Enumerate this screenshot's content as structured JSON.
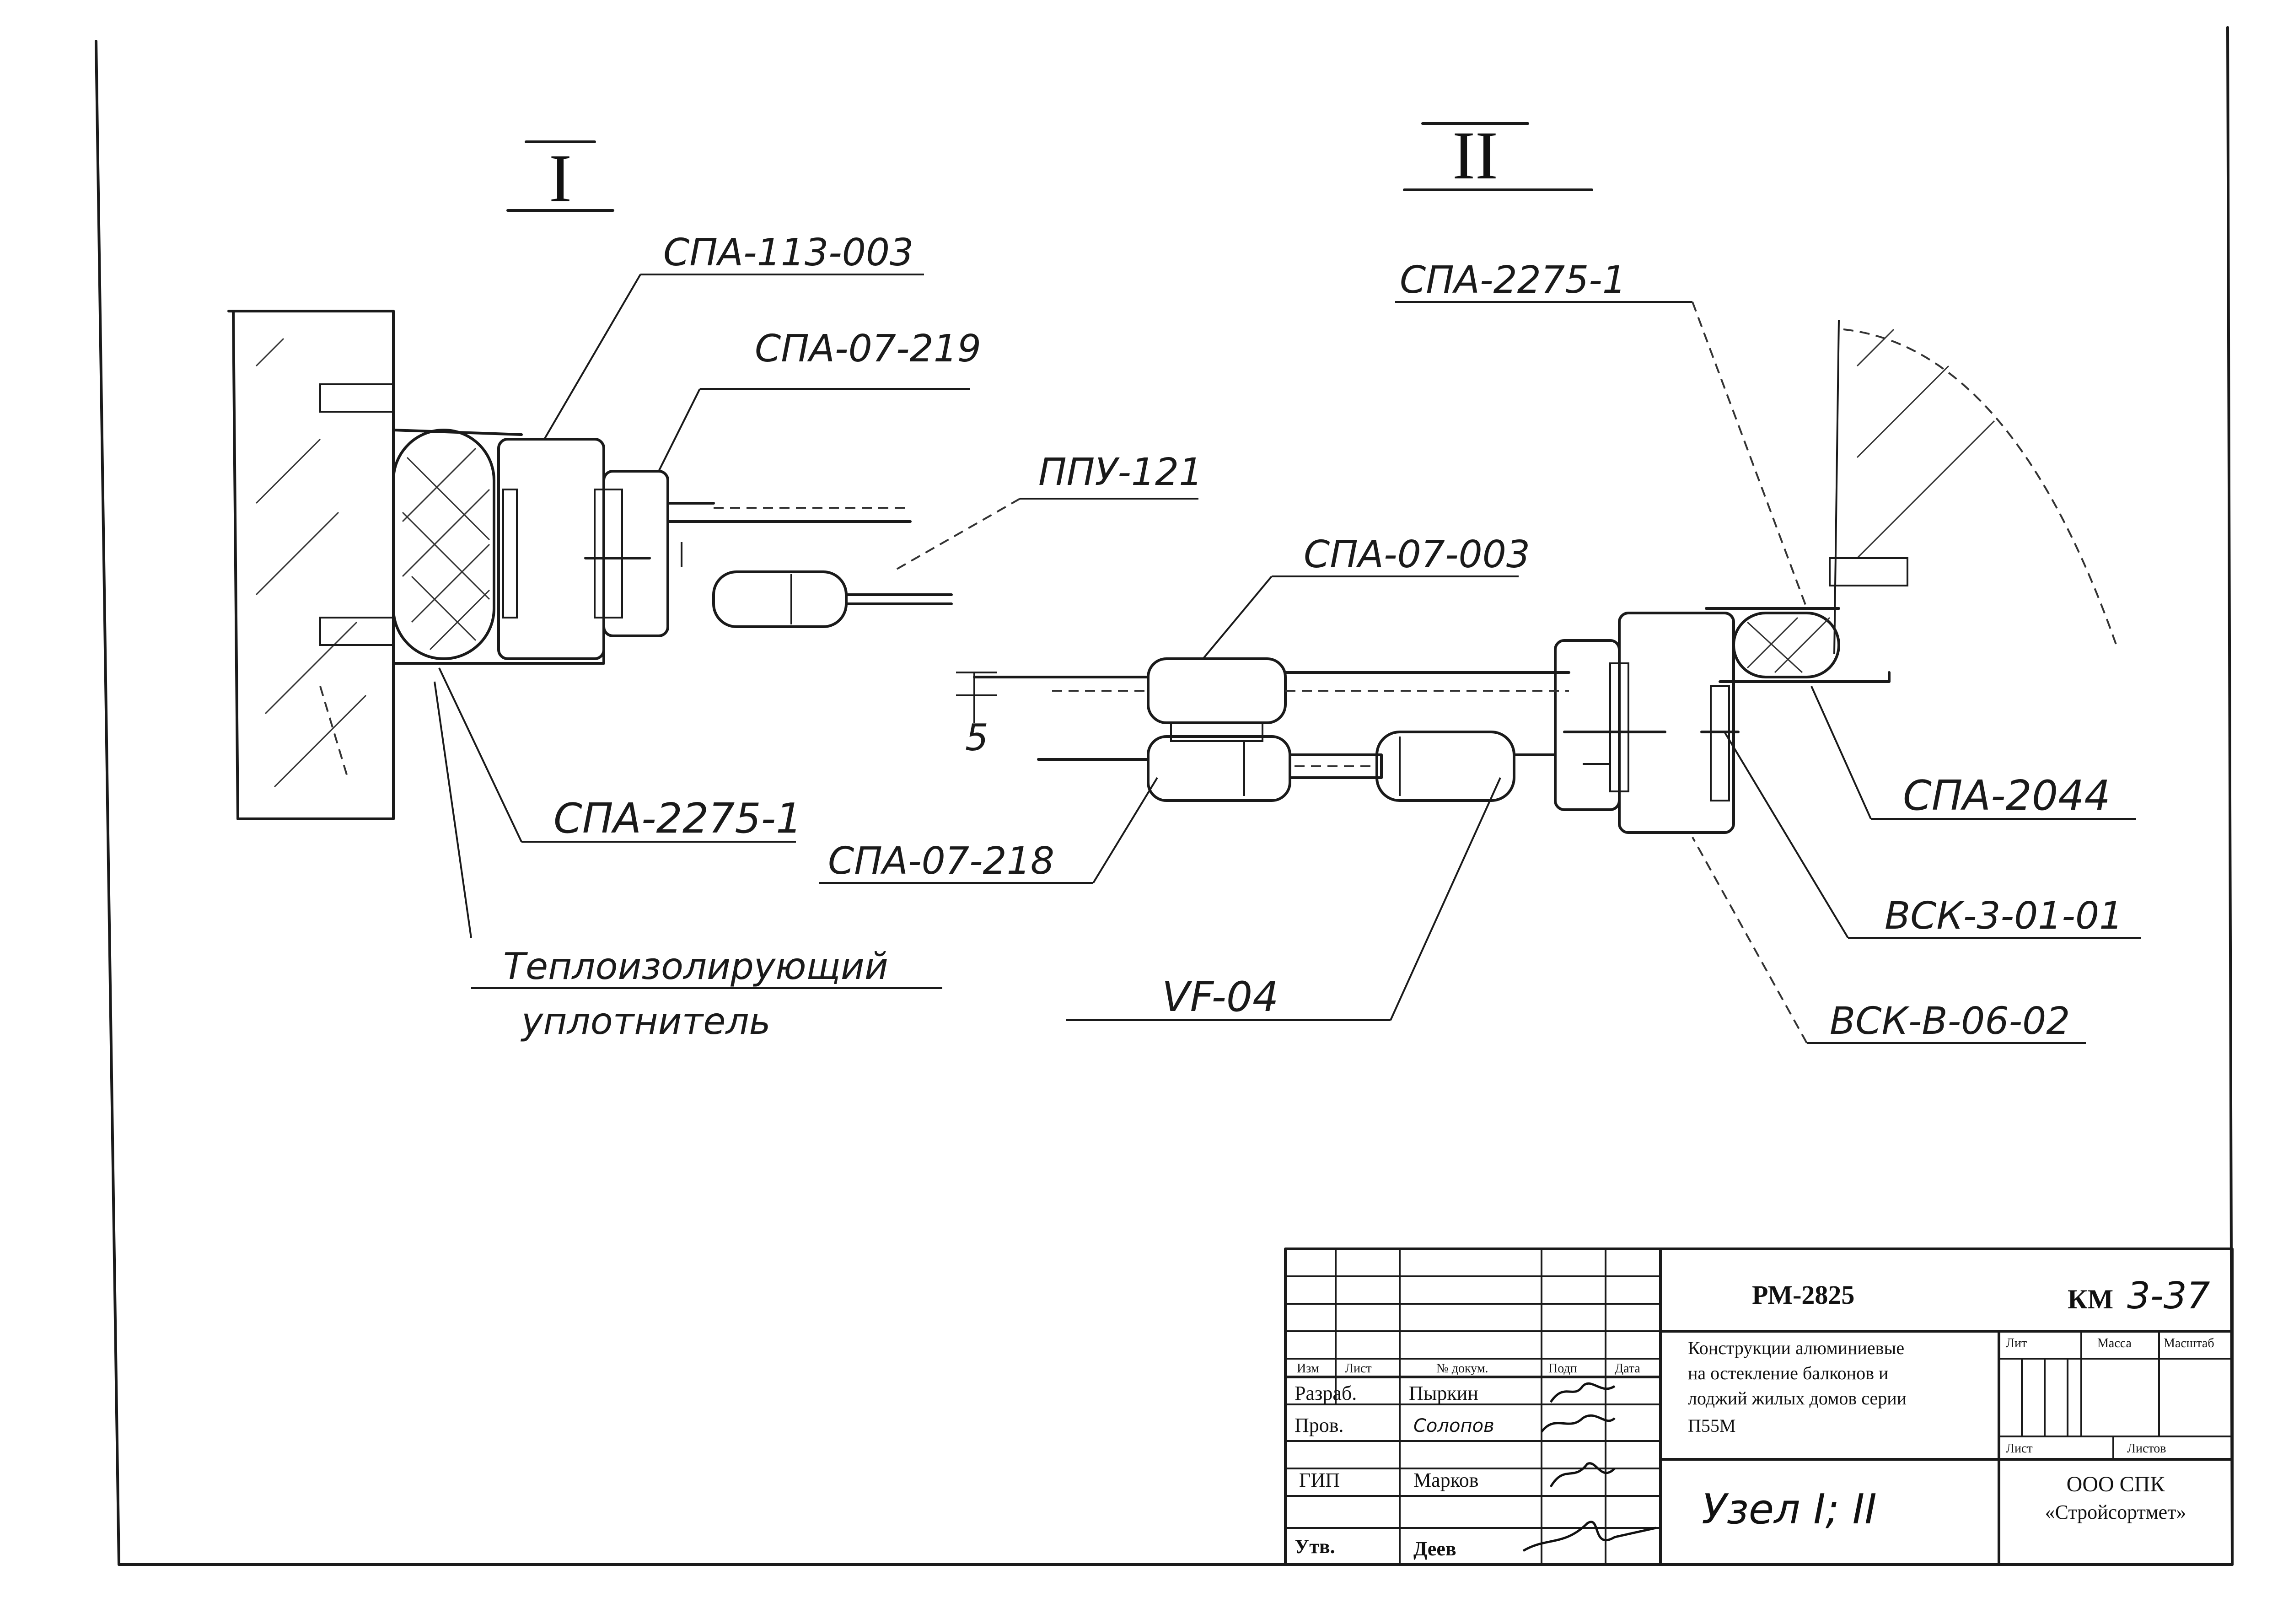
{
  "nodes": {
    "node1": "I",
    "node2": "II"
  },
  "labels": {
    "spa_113": "СПА-113-003",
    "spa_07_219": "СПА-07-219",
    "ppu_121": "ППУ-121",
    "spa_2275_left": "СПА-2275-1",
    "insulation_line1": "Теплоизолирующий",
    "insulation_line2": "уплотнитель",
    "spa_2275_right": "СПА-2275-1",
    "spa_07_003": "СПА-07-003",
    "dim_5": "5",
    "spa_07_218": "СПА-07-218",
    "vf_04": "VF-04",
    "spa_2044": "СПА-2044",
    "vsk_3": "ВСК-3-01-01",
    "vsk_v": "ВСК-В-06-02"
  },
  "title_block": {
    "doc_code": "РМ-2825",
    "sheet_code_prefix": "КМ",
    "sheet_code": "3-37",
    "title_line1": "Конструкции алюминиевые",
    "title_line2": "на остекление балконов и",
    "title_line3": "лоджий жилых домов серии",
    "title_line4": "П55М",
    "subject": "Узел I; II",
    "company_line1": "ООО СПК",
    "company_line2": "«Стройсортмет»",
    "headers": {
      "izm": "Изм",
      "list": "Лист",
      "doc_num": "№ докум.",
      "sign": "Подп",
      "date": "Дата",
      "lit": "Лит",
      "mass": "Масса",
      "scale": "Масштаб",
      "sheet": "Лист",
      "sheets": "Листов"
    },
    "roles": [
      {
        "role": "Разраб.",
        "name": "Пыркин"
      },
      {
        "role": "Пров.",
        "name": "Солопов"
      },
      {
        "role": "ГИП",
        "name": "Марков"
      },
      {
        "role": "Утв.",
        "name": "Деев"
      }
    ]
  }
}
